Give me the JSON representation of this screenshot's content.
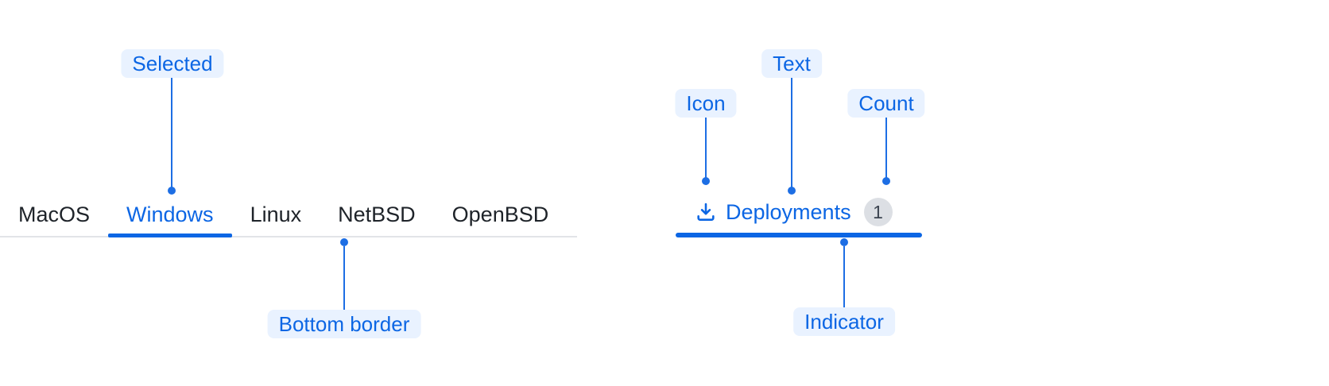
{
  "colors": {
    "accent_blue": "#0C66E4",
    "callout_line": "#1D6EE4",
    "label_bg": "#E9F2FF",
    "label_text": "#0C66E4",
    "tab_text": "#1E2329",
    "tab_border": "#E2E4E8",
    "badge_bg": "#DCDFE4",
    "badge_text": "#3C4450"
  },
  "tabs_example": {
    "tabs": [
      {
        "label": "MacOS",
        "selected": false
      },
      {
        "label": "Windows",
        "selected": true
      },
      {
        "label": "Linux",
        "selected": false
      },
      {
        "label": "NetBSD",
        "selected": false
      },
      {
        "label": "OpenBSD",
        "selected": false
      }
    ]
  },
  "single_tab": {
    "icon": "download-icon",
    "label": "Deployments",
    "count": "1"
  },
  "annotations": {
    "selected": "Selected",
    "bottom_border": "Bottom border",
    "icon": "Icon",
    "text": "Text",
    "count": "Count",
    "indicator": "Indicator"
  }
}
